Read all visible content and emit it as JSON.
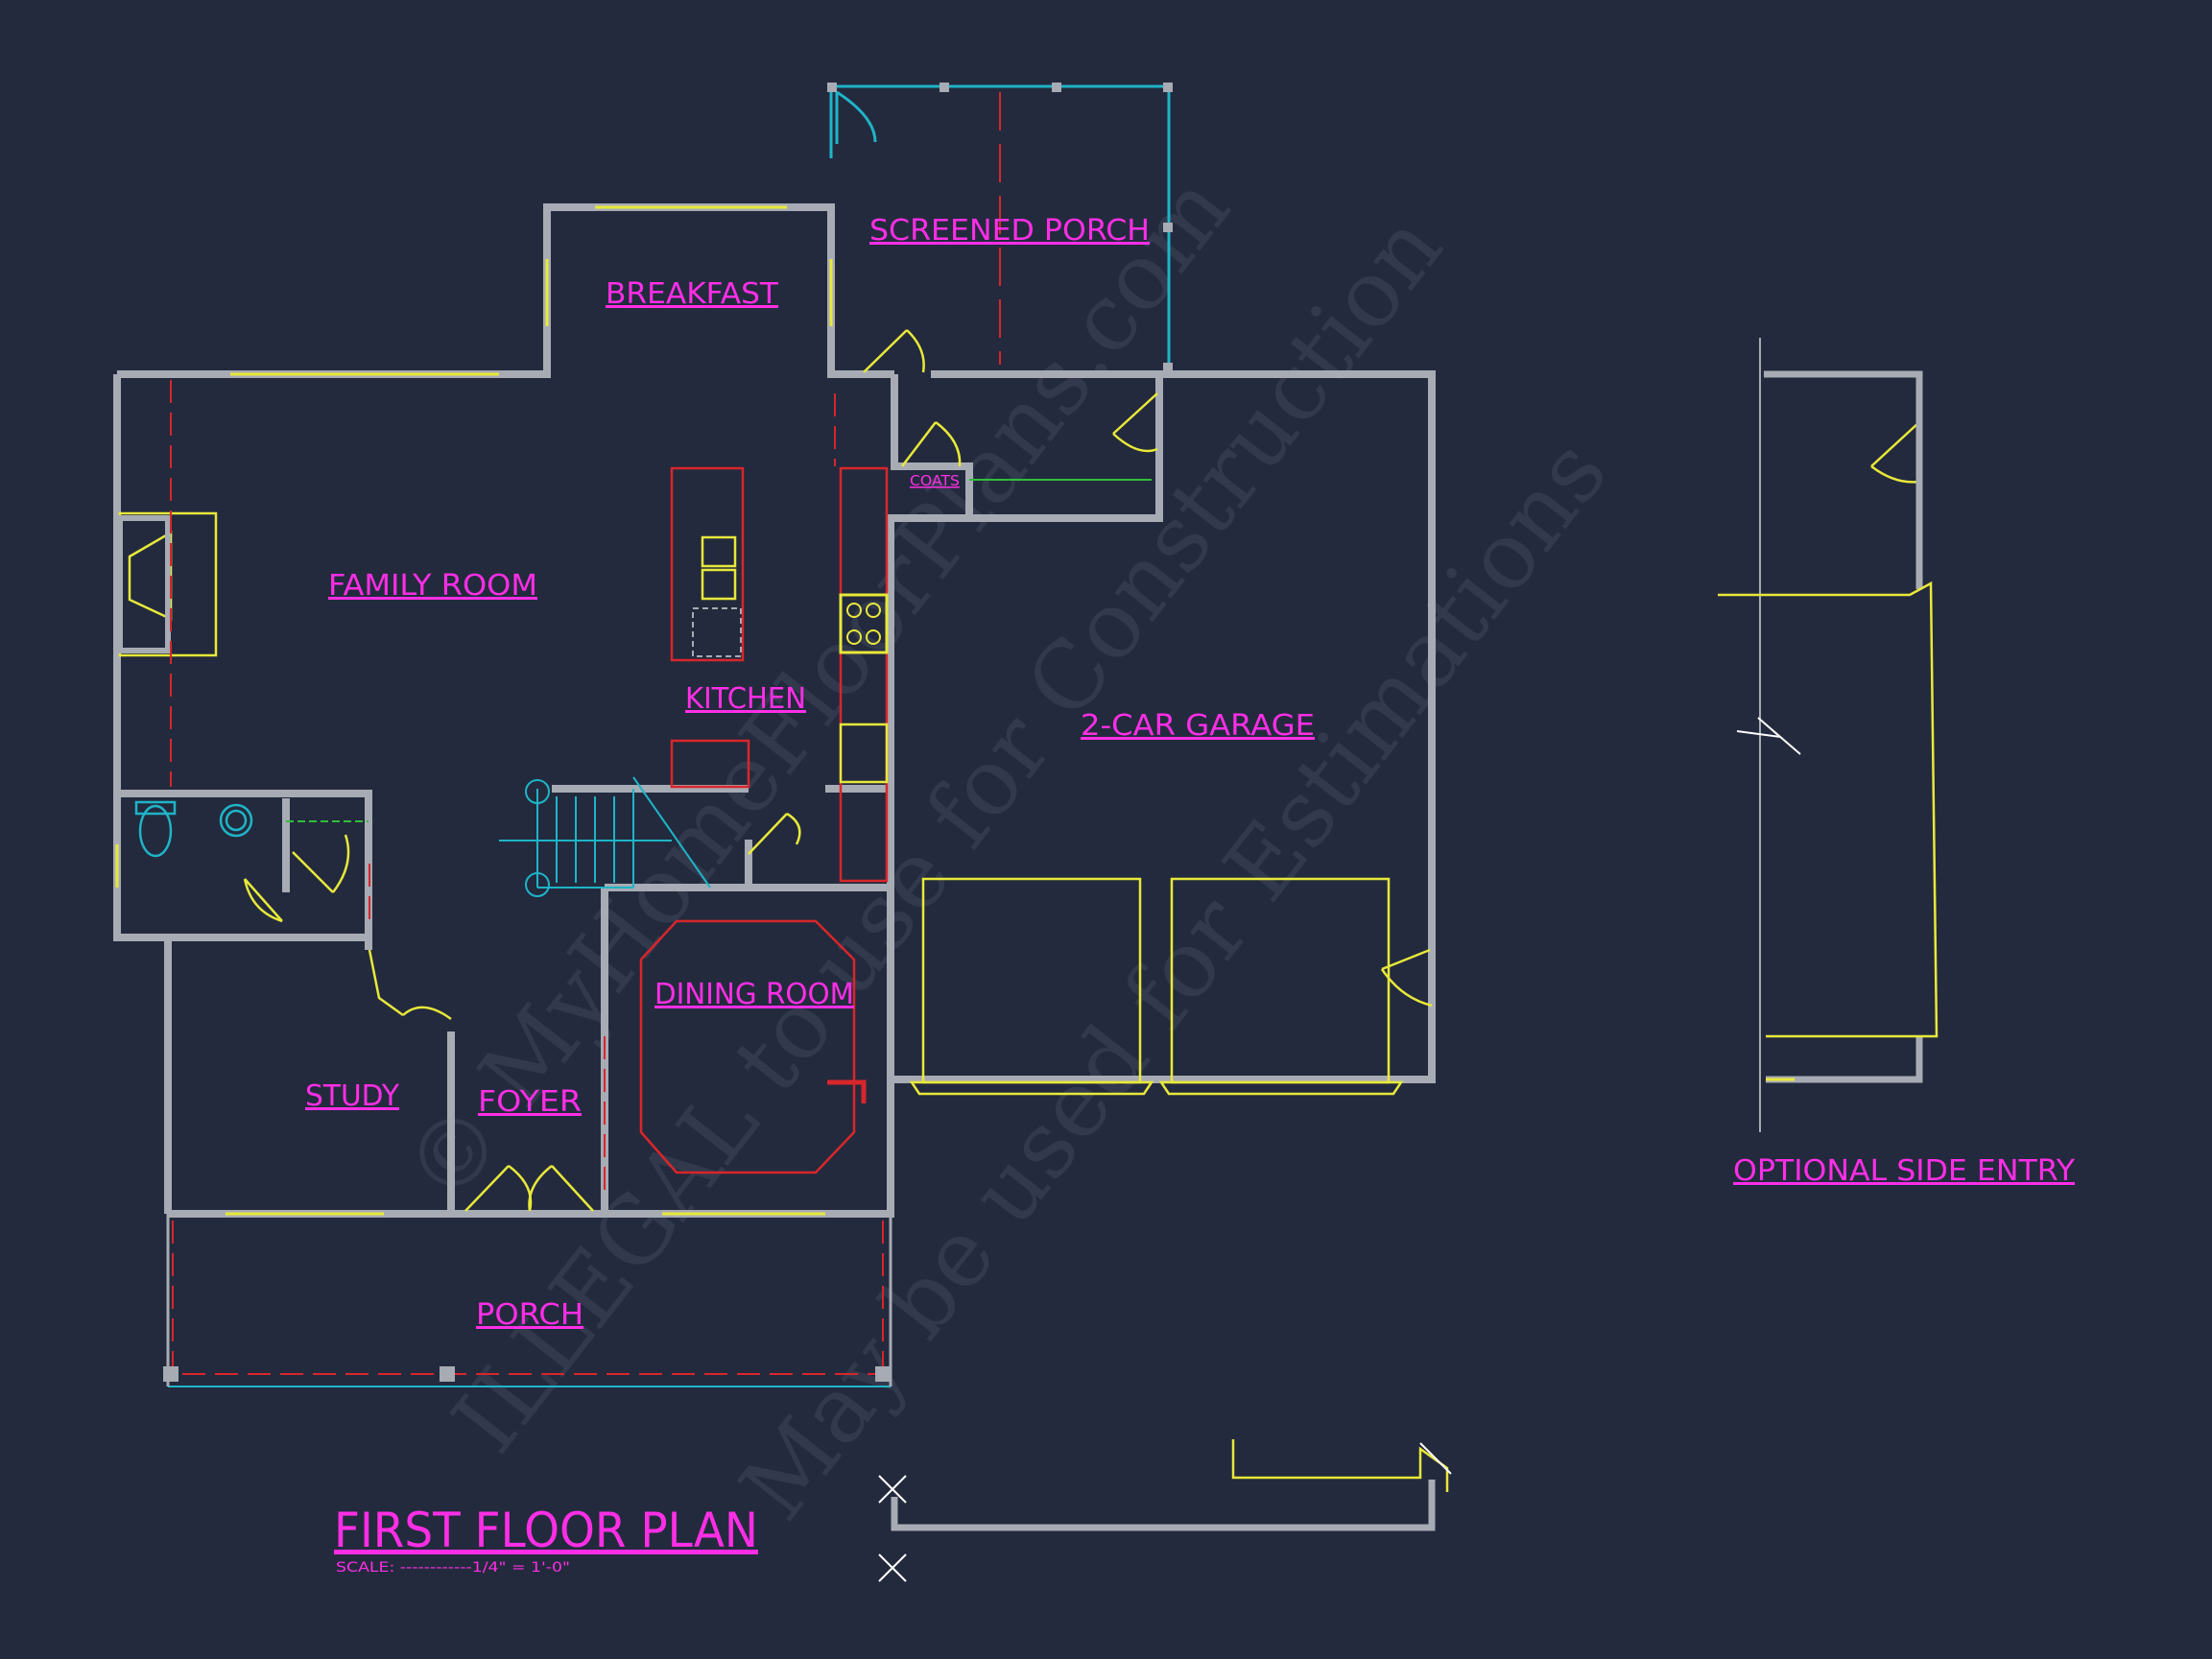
{
  "colors": {
    "background": "#232a3d",
    "wall": "#a7abb4",
    "label": "#ff2ee6",
    "yellow": "#e8e83a",
    "red": "#d8262b",
    "cyan": "#1fb4c8",
    "green": "#2fbf3a",
    "watermark": "#3a4256"
  },
  "rooms": {
    "breakfast": "BREAKFAST",
    "screened_porch": "SCREENED PORCH",
    "family_room": "FAMILY ROOM",
    "kitchen": "KITCHEN",
    "coats": "COATS",
    "garage": "2-CAR GARAGE",
    "dining_room": "DINING ROOM",
    "study": "STUDY",
    "foyer": "FOYER",
    "porch": "PORCH"
  },
  "optional_side_entry": "OPTIONAL SIDE ENTRY",
  "title": "FIRST FLOOR PLAN",
  "scale": "SCALE: ------------1/4\" = 1'-0\"",
  "watermarks": {
    "line1": "© MyHomeFloorPlans.com",
    "line2": "ILLEGAL to use for Construction",
    "line3": "May be used for Estimations"
  }
}
